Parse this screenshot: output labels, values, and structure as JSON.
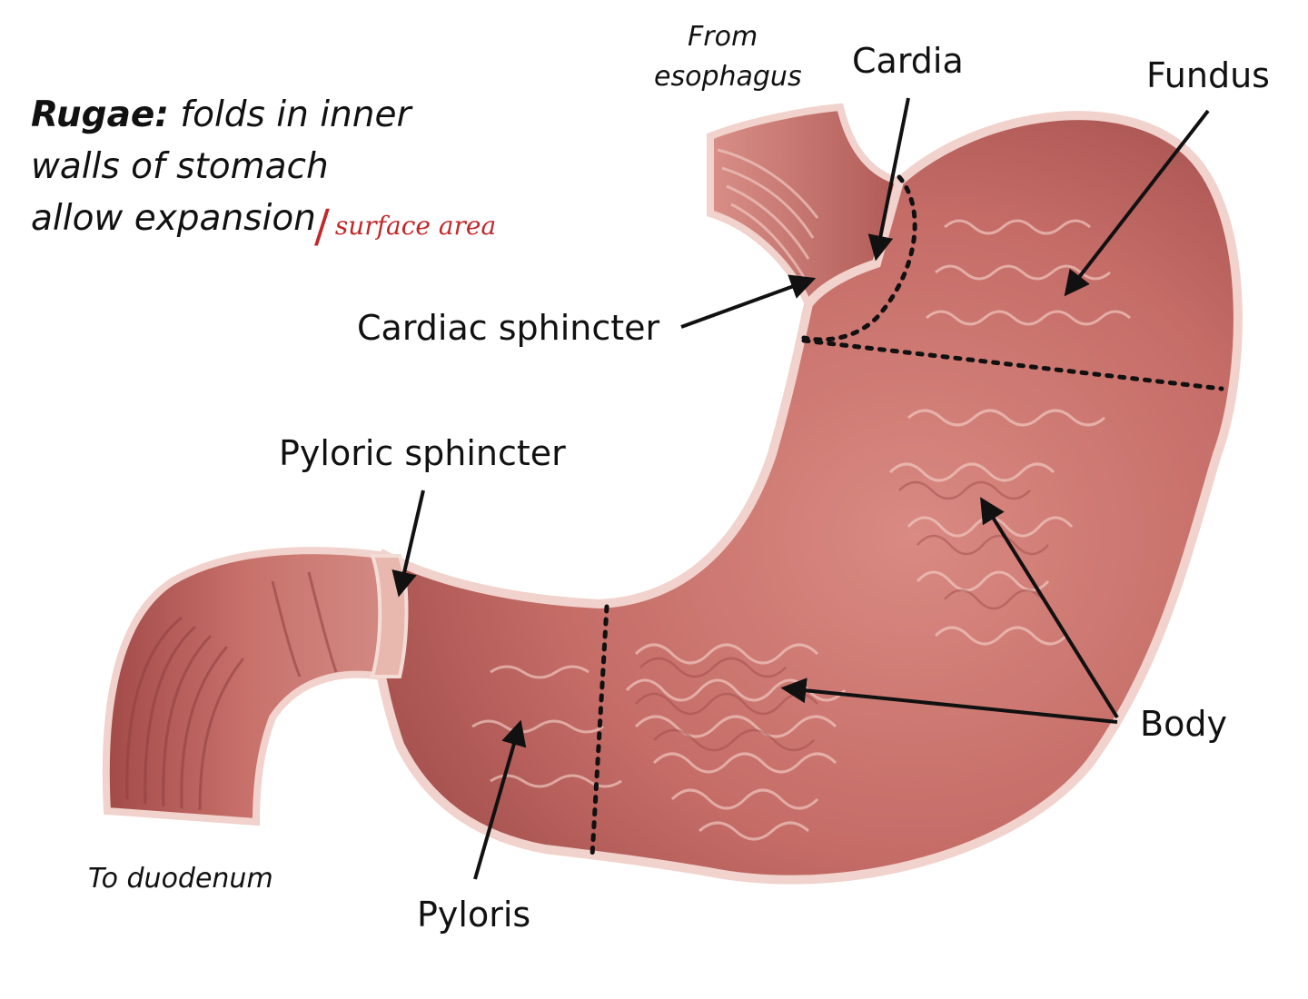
{
  "note": {
    "term": "Rugae:",
    "line1_rest": "folds in inner",
    "line2": "walls of stomach",
    "line3": "allow expansion",
    "handwritten": "surface area"
  },
  "labels": {
    "from_esophagus_1": "From",
    "from_esophagus_2": "esophagus",
    "cardia": "Cardia",
    "fundus": "Fundus",
    "cardiac_sphincter": "Cardiac sphincter",
    "pyloric_sphincter": "Pyloric sphincter",
    "body": "Body",
    "to_duodenum": "To duodenum",
    "pyloris": "Pyloris"
  },
  "colors": {
    "tissue": "#c9706b",
    "tissue_dark": "#9e4a48",
    "wall_highlight": "#f1d2cc",
    "handwriting": "#c0282a",
    "text": "#111111"
  }
}
